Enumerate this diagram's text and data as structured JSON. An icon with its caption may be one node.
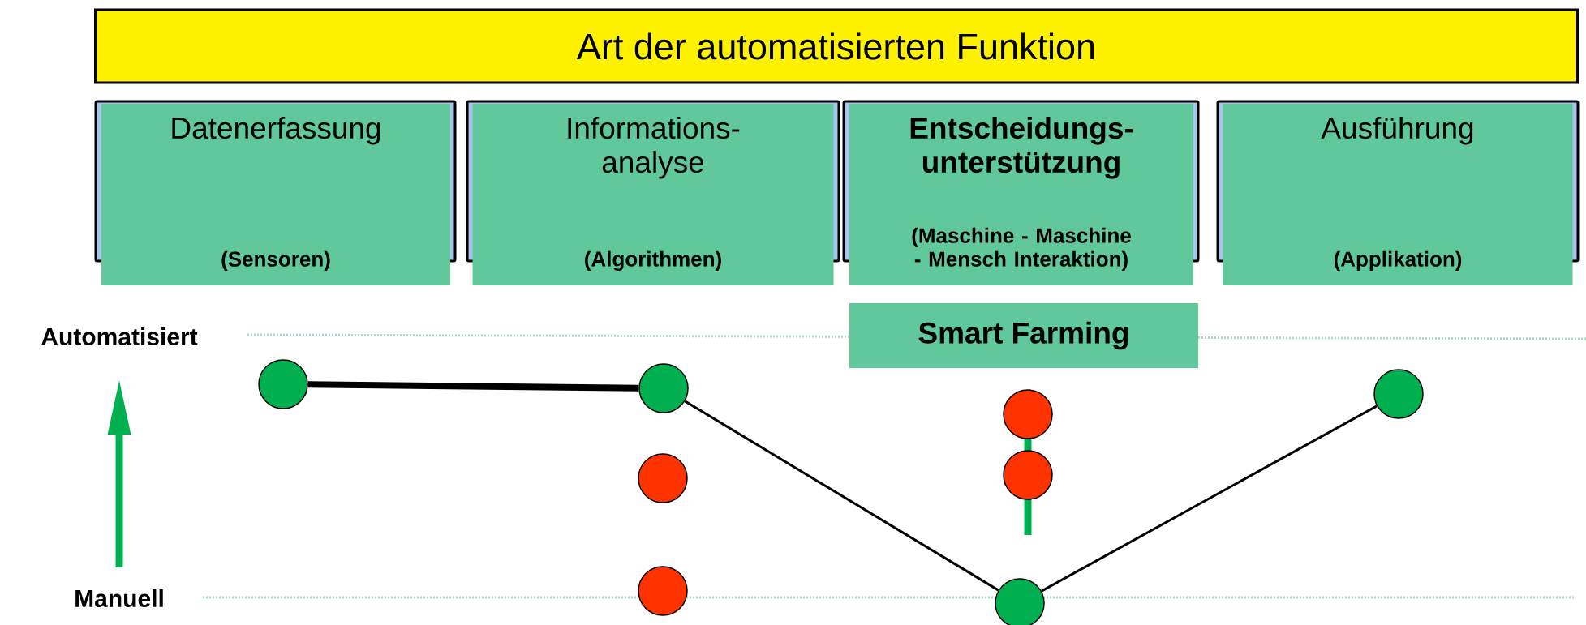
{
  "diagram": {
    "nodes": [
      {
        "text": [
          "Art der automatisierten Funktion"
        ]
      },
      {
        "text": [
          "Datenerfassung",
          "(Sensoren)"
        ]
      },
      {
        "text": [
          "Informations- analyse",
          "(Algorithmen)"
        ]
      },
      {
        "text": [
          "Entscheidungs- unterstützung",
          "(Maschine - Maschine - Mensch Interaktion)"
        ]
      },
      {
        "text": [
          "Ausführung",
          "(Applikation)"
        ]
      },
      {
        "text": [
          "Smart Farming"
        ]
      },
      {
        "text": [],
        "shape": "circle"
      },
      {
        "text": [],
        "shape": "circle"
      },
      {
        "text": [],
        "shape": "circle"
      },
      {
        "text": [],
        "shape": "circle"
      },
      {
        "text": [],
        "shape": "circle"
      },
      {
        "text": [],
        "shape": "circle"
      },
      {
        "text": [],
        "shape": "circle"
      },
      {
        "text": [],
        "shape": "circle"
      }
    ],
    "edges": [
      {
        "from": 6,
        "to": 7,
        "arrow": "none",
        "style": "thick"
      },
      {
        "from": 7,
        "to": 8,
        "arrow": "none"
      },
      {
        "from": 8,
        "to": 9,
        "arrow": "none"
      }
    ],
    "labels": [
      "Automatisiert",
      "Manuell"
    ]
  }
}
